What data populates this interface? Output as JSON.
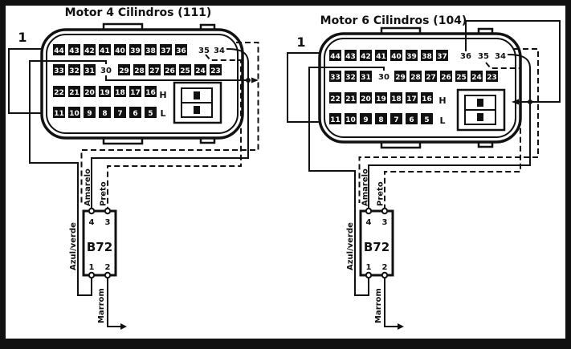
{
  "frame": {
    "background": "#ffffff",
    "line_color": "#111111",
    "pin_box_color": "#111111",
    "pin_text_color": "#ffffff"
  },
  "diagrams": [
    {
      "title": "Motor 4 Cilindros (111)",
      "connector_label": "1",
      "pin_rows": {
        "row1": [
          "44",
          "43",
          "42",
          "41",
          "40",
          "39",
          "38",
          "37",
          "36"
        ],
        "row2a": [
          "33",
          "32",
          "31"
        ],
        "row2b": [
          "29",
          "28",
          "27",
          "26",
          "25",
          "24",
          "23"
        ],
        "row3": [
          "22",
          "21",
          "20",
          "19",
          "18",
          "17",
          "16"
        ],
        "row4": [
          "11",
          "10",
          "9",
          "8",
          "7",
          "6",
          "5"
        ]
      },
      "plain_pins": {
        "p35": "35",
        "p34": "34",
        "p30": "30"
      },
      "hl_block": {
        "h": "H",
        "l": "L"
      },
      "module": {
        "name": "B72",
        "pin_tl": "4",
        "pin_tr": "3",
        "pin_bl": "1",
        "pin_br": "2"
      },
      "wires": {
        "azul": "Azul/verde",
        "amarelo": "Amarelo",
        "preto": "Preto",
        "marrom": "Marrom"
      }
    },
    {
      "title": "Motor 6 Cilindros (104)",
      "connector_label": "1",
      "pin_rows": {
        "row1": [
          "44",
          "43",
          "42",
          "41",
          "40",
          "39",
          "38",
          "37"
        ],
        "row2a": [
          "33",
          "32",
          "31"
        ],
        "row2b": [
          "29",
          "28",
          "27",
          "26",
          "25",
          "24",
          "23"
        ],
        "row3": [
          "22",
          "21",
          "20",
          "19",
          "18",
          "17",
          "16"
        ],
        "row4": [
          "11",
          "10",
          "9",
          "8",
          "7",
          "6",
          "5"
        ]
      },
      "plain_pins": {
        "p36": "36",
        "p35": "35",
        "p34": "34",
        "p30": "30"
      },
      "hl_block": {
        "h": "H",
        "l": "L"
      },
      "module": {
        "name": "B72",
        "pin_tl": "4",
        "pin_tr": "3",
        "pin_bl": "1",
        "pin_br": "2"
      },
      "wires": {
        "azul": "Azul/verde",
        "amarelo": "Amarelo",
        "preto": "Preto",
        "marrom": "Marrom"
      }
    }
  ]
}
